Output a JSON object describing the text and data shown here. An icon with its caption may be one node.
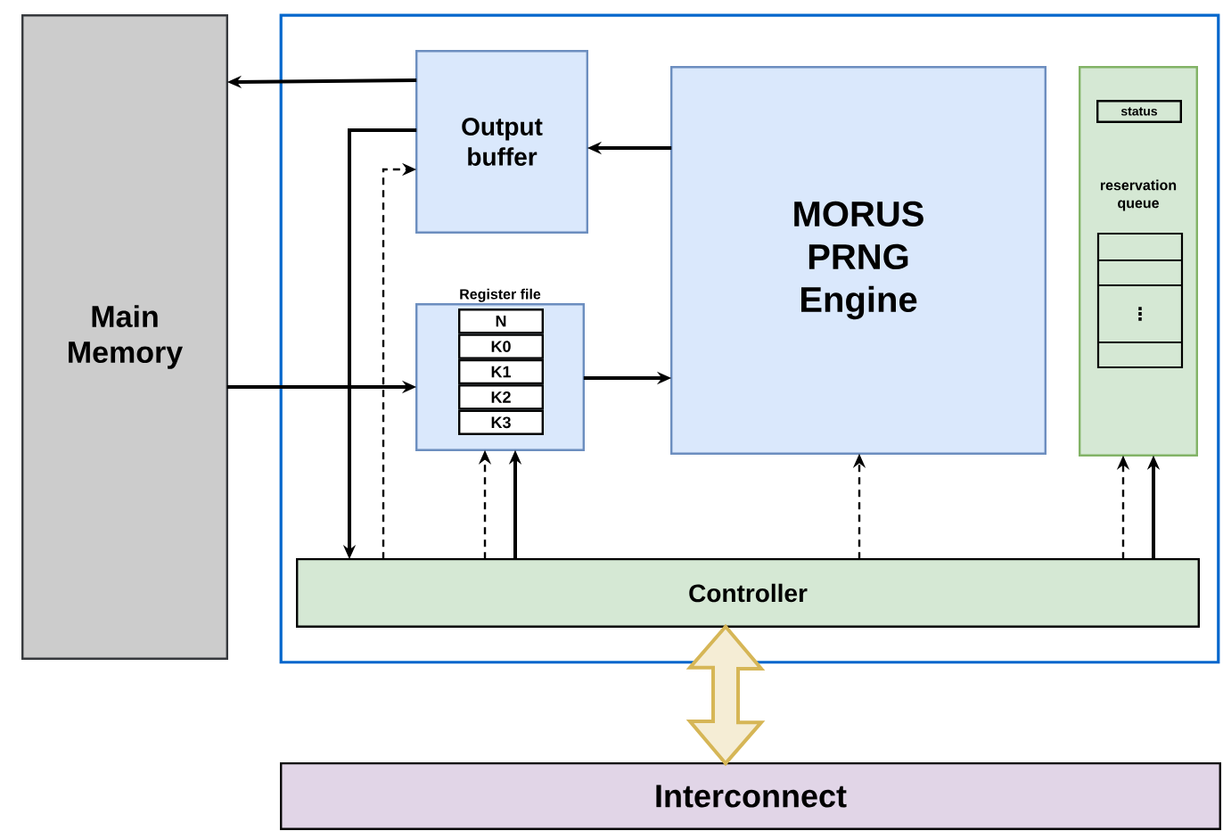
{
  "diagram": {
    "nodes": [
      {
        "text": [
          "Main Memory"
        ]
      },
      {
        "text": [],
        "shape": "box"
      },
      {
        "text": [
          "Output buffer"
        ],
        "in": 1
      },
      {
        "text": [
          "Register file"
        ],
        "in": 1
      },
      {
        "text": [
          "N"
        ],
        "in": 3
      },
      {
        "text": [
          "K0"
        ],
        "in": 3
      },
      {
        "text": [
          "K1"
        ],
        "in": 3
      },
      {
        "text": [
          "K2"
        ],
        "in": 3
      },
      {
        "text": [
          "K3"
        ],
        "in": 3
      },
      {
        "text": [
          "MORUS PRNG Engine"
        ],
        "in": 1
      },
      {
        "text": [
          "reservation queue"
        ],
        "in": 1
      },
      {
        "text": [
          "status"
        ],
        "in": 10
      },
      {
        "text": [
          "Controller"
        ],
        "in": 1
      },
      {
        "text": [
          "Interconnect"
        ]
      }
    ],
    "edges": [
      {
        "from": 2,
        "to": 0,
        "arrow": "to"
      },
      {
        "from": 2,
        "to": 12,
        "arrow": "to"
      },
      {
        "from": 12,
        "to": 2,
        "arrow": "to",
        "style": "dashed"
      },
      {
        "from": 0,
        "to": 3,
        "arrow": "to"
      },
      {
        "from": 3,
        "to": 9,
        "arrow": "to"
      },
      {
        "from": 9,
        "to": 2,
        "arrow": "to"
      },
      {
        "from": 12,
        "to": 3,
        "arrow": "to",
        "style": "dashed"
      },
      {
        "from": 12,
        "to": 3,
        "arrow": "to"
      },
      {
        "from": 12,
        "to": 9,
        "arrow": "to",
        "style": "dashed"
      },
      {
        "from": 12,
        "to": 10,
        "arrow": "to",
        "style": "dashed"
      },
      {
        "from": 12,
        "to": 10,
        "arrow": "to"
      },
      {
        "from": 12,
        "to": 13,
        "arrow": "both",
        "style": "thick",
        "color": "#d6b656"
      }
    ],
    "labels": [
      "⋮"
    ]
  }
}
